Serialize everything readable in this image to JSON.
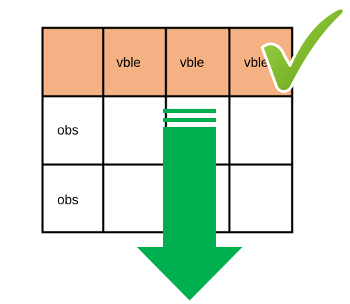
{
  "table": {
    "header_row": [
      "",
      "vble",
      "vble",
      "vble"
    ],
    "rows": [
      {
        "label": "obs",
        "cells": [
          "",
          "",
          ""
        ]
      },
      {
        "label": "obs",
        "cells": [
          "",
          "",
          ""
        ]
      }
    ],
    "header_fill": "#F4B183",
    "line_color": "#000000"
  },
  "arrow": {
    "direction": "down",
    "color": "#00B050"
  },
  "checkmark": {
    "icon": "checkmark-icon",
    "color": "#7DB81F"
  }
}
